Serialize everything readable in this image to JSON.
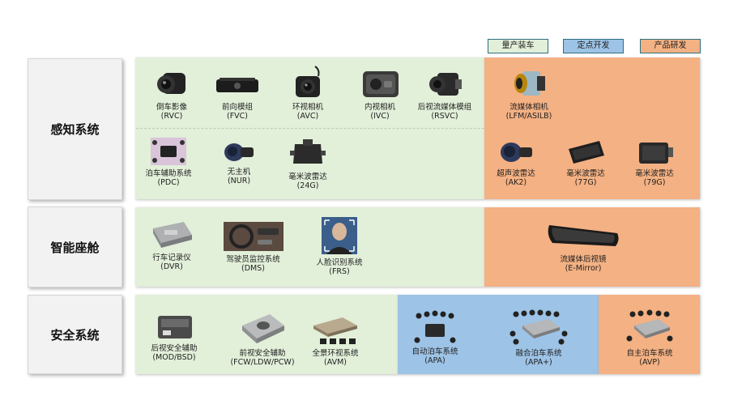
{
  "legend": {
    "mass": "量产装车",
    "fixed": "定点开发",
    "rnd": "产品研发"
  },
  "categories": {
    "perception": "感知系统",
    "cockpit": "智能座舱",
    "safety": "安全系统"
  },
  "items": {
    "rvc": {
      "name": "倒车影像",
      "code": "(RVC)"
    },
    "fvc": {
      "name": "前向模组",
      "code": "(FVC)"
    },
    "avc": {
      "name": "环视相机",
      "code": "(AVC)"
    },
    "ivc": {
      "name": "内视相机",
      "code": "(IVC)"
    },
    "rsvc": {
      "name": "后视流媒体模组",
      "code": "(RSVC)"
    },
    "lfm": {
      "name": "流媒体相机",
      "code": "(LFM/ASILB)"
    },
    "pdc": {
      "name": "泊车辅助系统",
      "code": "(PDC)"
    },
    "nur": {
      "name": "无主机",
      "code": "(NUR)"
    },
    "radar24": {
      "name": "毫米波雷达",
      "code": "(24G)"
    },
    "ak2": {
      "name": "超声波雷达",
      "code": "(AK2)"
    },
    "radar77": {
      "name": "毫米波雷达",
      "code": "(77G)"
    },
    "radar79": {
      "name": "毫米波雷达",
      "code": "(79G)"
    },
    "dvr": {
      "name": "行车记录仪",
      "code": "(DVR)"
    },
    "dms": {
      "name": "驾驶员监控系统",
      "code": "(DMS)"
    },
    "frs": {
      "name": "人脸识别系统",
      "code": "(FRS)"
    },
    "emirror": {
      "name": "流媒体后视镜",
      "code": "(E-Mirror)"
    },
    "bsd": {
      "name": "后视安全辅助",
      "code": "(MOD/BSD)"
    },
    "fcw": {
      "name": "前视安全辅助",
      "code": "(FCW/LDW/PCW)"
    },
    "avm": {
      "name": "全景环视系统",
      "code": "(AVM)"
    },
    "apa": {
      "name": "自动泊车系统",
      "code": "(APA)"
    },
    "apaplus": {
      "name": "融合泊车系统",
      "code": "(APA+)"
    },
    "avp": {
      "name": "自主泊车系统",
      "code": "(AVP)"
    }
  }
}
